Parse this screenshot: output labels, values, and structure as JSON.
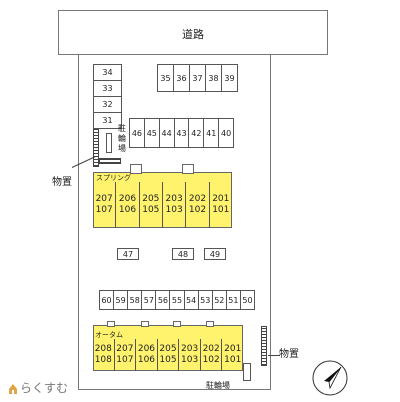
{
  "road_label": "道路",
  "storage_label_left": "物置",
  "storage_label_right": "物置",
  "bike_parking_top": "駐輪場",
  "bike_parking_bottom": "駐輪場",
  "building_top_name": "スプリング",
  "building_bottom_name": "オータム",
  "parking_left_column": [
    "34",
    "33",
    "32",
    "31"
  ],
  "parking_top_row": [
    "35",
    "36",
    "37",
    "38",
    "39"
  ],
  "parking_middle_row": [
    "46",
    "45",
    "44",
    "43",
    "42",
    "41",
    "40"
  ],
  "parking_single_left": "47",
  "parking_single_mid": "48",
  "parking_single_right": "49",
  "parking_lower_row": [
    "60",
    "59",
    "58",
    "57",
    "56",
    "55",
    "54",
    "53",
    "52",
    "51",
    "50"
  ],
  "building_top_units": [
    {
      "upper": "207",
      "lower": "107"
    },
    {
      "upper": "206",
      "lower": "106"
    },
    {
      "upper": "205",
      "lower": "105"
    },
    {
      "upper": "203",
      "lower": "103"
    },
    {
      "upper": "202",
      "lower": "102"
    },
    {
      "upper": "201",
      "lower": "101"
    }
  ],
  "building_bottom_units": [
    {
      "upper": "208",
      "lower": "108"
    },
    {
      "upper": "207",
      "lower": "107"
    },
    {
      "upper": "206",
      "lower": "106"
    },
    {
      "upper": "205",
      "lower": "105"
    },
    {
      "upper": "203",
      "lower": "103"
    },
    {
      "upper": "202",
      "lower": "102"
    },
    {
      "upper": "201",
      "lower": "101"
    }
  ],
  "watermark_text": "らくすむ",
  "compass_direction": "north-east"
}
